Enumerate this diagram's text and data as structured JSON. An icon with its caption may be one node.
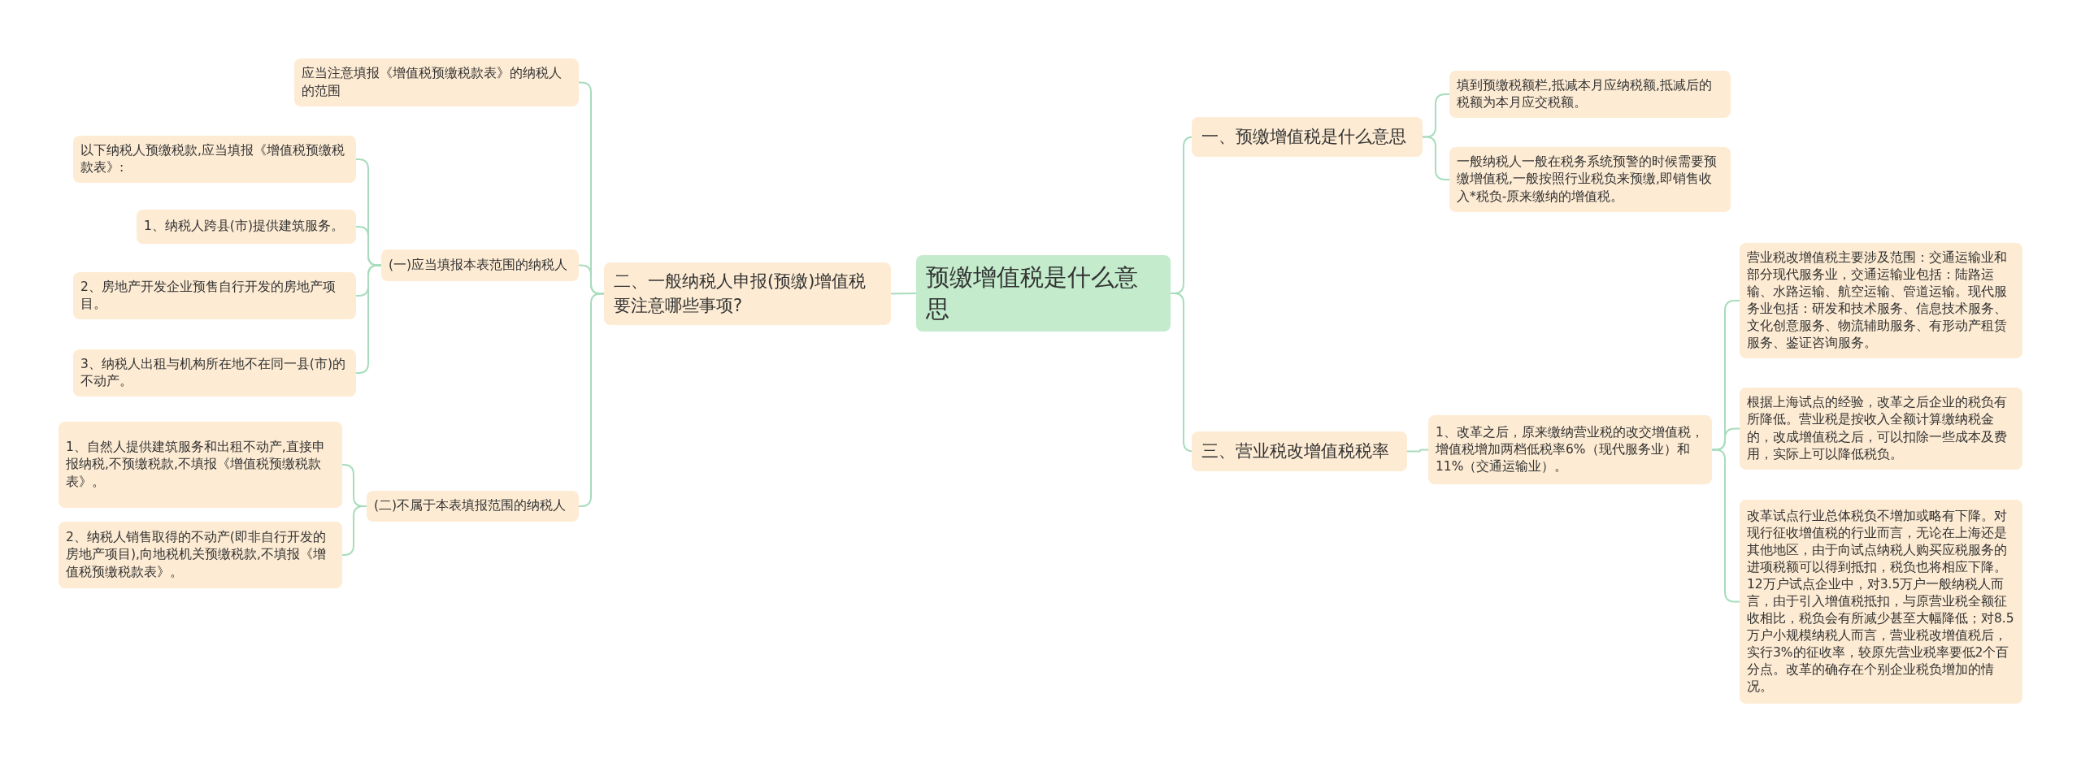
{
  "diagram": {
    "nodes": [
      {
        "text": [
          "预缴增值税是什么意思"
        ]
      },
      {
        "text": [
          "二、一般纳税人申报(预缴)增值税要注意哪些事项?"
        ]
      },
      {
        "text": [
          "应当注意填报《增值税预缴税款表》的纳税人的范围"
        ]
      },
      {
        "text": [
          "(一)应当填报本表范围的纳税人"
        ]
      },
      {
        "text": [
          "以下纳税人预缴税款,应当填报《增值税预缴税款表》:"
        ]
      },
      {
        "text": [
          "1、纳税人跨县(市)提供建筑服务。"
        ]
      },
      {
        "text": [
          "2、房地产开发企业预售自行开发的房地产项目。"
        ]
      },
      {
        "text": [
          "3、纳税人出租与机构所在地不在同一县(市)的不动产。"
        ]
      },
      {
        "text": [
          "(二)不属于本表填报范围的纳税人"
        ]
      },
      {
        "text": [
          "1、自然人提供建筑服务和出租不动产,直接申报纳税,不预缴税款,不填报《增值税预缴税款表》。"
        ]
      },
      {
        "text": [
          "2、纳税人销售取得的不动产(即非自行开发的房地产项目),向地税机关预缴税款,不填报《增值税预缴税款表》。"
        ]
      },
      {
        "text": [
          "一、预缴增值税是什么意思"
        ]
      },
      {
        "text": [
          "填到预缴税额栏,抵减本月应纳税额,抵减后的税额为本月应交税额。"
        ]
      },
      {
        "text": [
          "一般纳税人一般在税务系统预警的时候需要预缴增值税,一般按照行业税负来预缴,即销售收入*税负-原来缴纳的增值税。"
        ]
      },
      {
        "text": [
          "三、营业税改增值税税率"
        ]
      },
      {
        "text": [
          "1、改革之后，原来缴纳营业税的改交增值税，增值税增加两档低税率6%（现代服务业）和11%（交通运输业）。"
        ]
      },
      {
        "text": [
          "营业税改增值税主要涉及范围：交通运输业和部分现代服务业，交通运输业包括：陆路运输、水路运输、航空运输、管道运输。现代服务业包括：研发和技术服务、信息技术服务、文化创意服务、物流辅助服务、有形动产租赁服务、鉴证咨询服务。"
        ]
      },
      {
        "text": [
          "根据上海试点的经验，改革之后企业的税负有所降低。营业税是按收入全额计算缴纳税金的，改成增值税之后，可以扣除一些成本及费用，实际上可以降低税负。"
        ]
      },
      {
        "text": [
          "改革试点行业总体税负不增加或略有下降。对现行征收增值税的行业而言，无论在上海还是其他地区，由于向试点纳税人购买应税服务的进项税额可以得到抵扣，税负也将相应下降。12万户试点企业中，对3.5万户一般纳税人而言，由于引入增值税抵扣，与原营业税全额征收相比，税负会有所减少甚至大幅降低；对8.5万户小规模纳税人而言，营业税改增值税后，实行3%的征收率，较原先营业税率要低2个百分点。改革的确存在个别企业税负增加的情况。"
        ]
      }
    ],
    "edges": [
      {
        "from": 0,
        "to": 1,
        "arrow": "none"
      },
      {
        "from": 1,
        "to": 2,
        "arrow": "none"
      },
      {
        "from": 1,
        "to": 3,
        "arrow": "none"
      },
      {
        "from": 3,
        "to": 4,
        "arrow": "none"
      },
      {
        "from": 3,
        "to": 5,
        "arrow": "none"
      },
      {
        "from": 3,
        "to": 6,
        "arrow": "none"
      },
      {
        "from": 3,
        "to": 7,
        "arrow": "none"
      },
      {
        "from": 1,
        "to": 8,
        "arrow": "none"
      },
      {
        "from": 8,
        "to": 9,
        "arrow": "none"
      },
      {
        "from": 8,
        "to": 10,
        "arrow": "none"
      },
      {
        "from": 0,
        "to": 11,
        "arrow": "none"
      },
      {
        "from": 11,
        "to": 12,
        "arrow": "none"
      },
      {
        "from": 11,
        "to": 13,
        "arrow": "none"
      },
      {
        "from": 0,
        "to": 14,
        "arrow": "none"
      },
      {
        "from": 14,
        "to": 15,
        "arrow": "none"
      },
      {
        "from": 15,
        "to": 16,
        "arrow": "none"
      },
      {
        "from": 15,
        "to": 17,
        "arrow": "none"
      },
      {
        "from": 15,
        "to": 18,
        "arrow": "none"
      }
    ]
  }
}
